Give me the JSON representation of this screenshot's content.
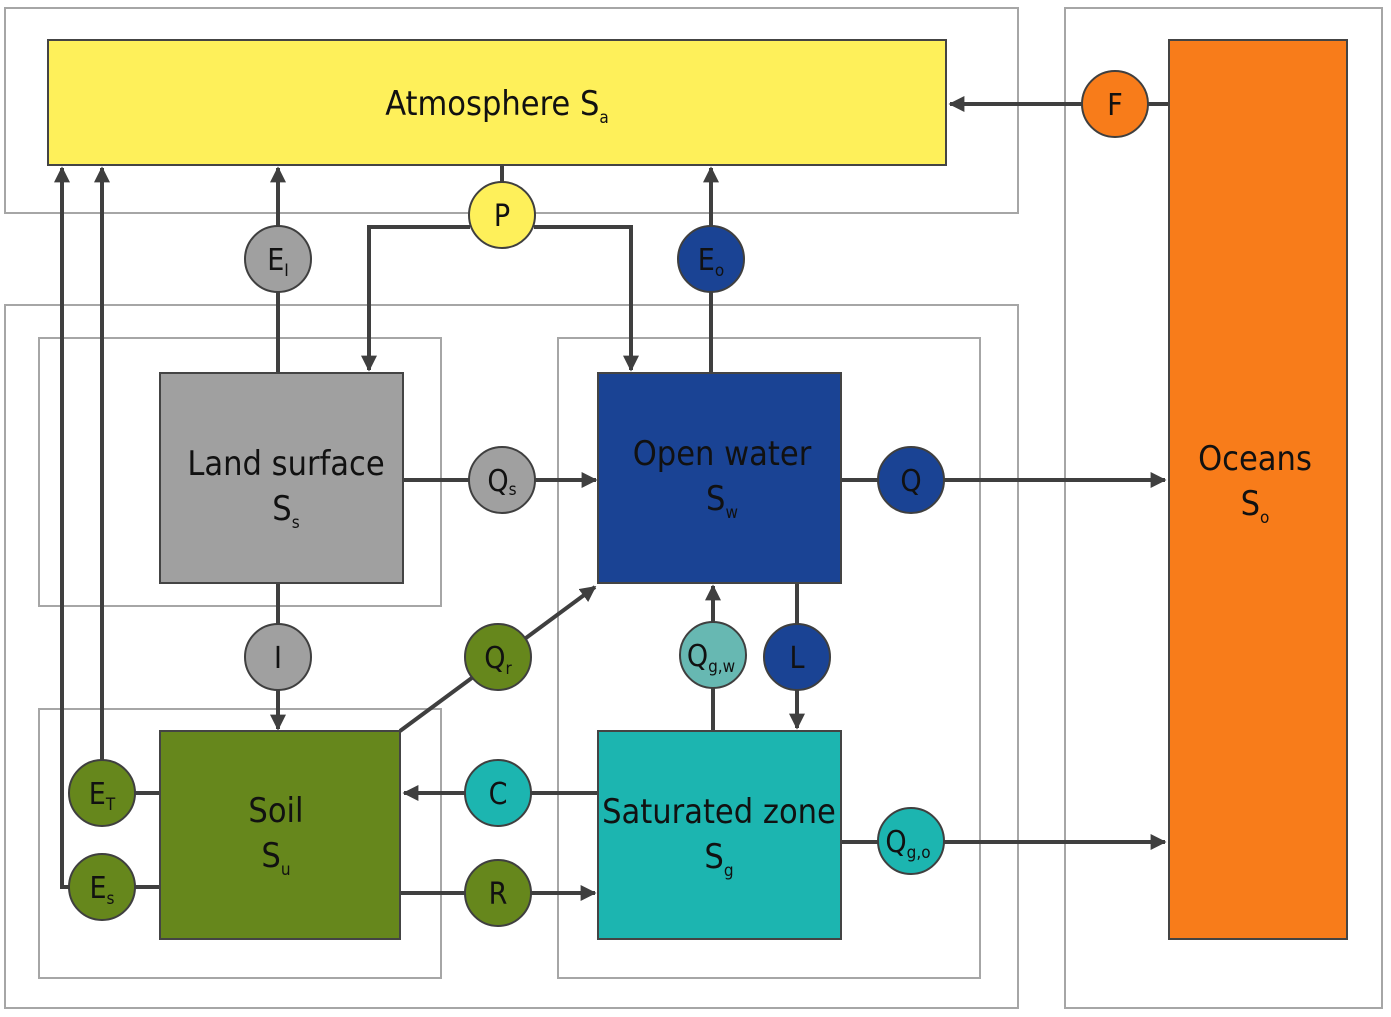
{
  "diagram": {
    "title": "Hydrological storage and flux model",
    "colors": {
      "atmosphere": "#fef05a",
      "land_surface": "#a0a0a0",
      "open_water": "#1a4394",
      "soil": "#66871c",
      "saturated_zone": "#1cb5b0",
      "oceans": "#f87c1a",
      "flux_gw": "#67b8b2",
      "frame": "#a6a6a6",
      "arrow": "#3f3f3f"
    },
    "storages": {
      "atmosphere": {
        "name": "Atmosphere",
        "symbol": "S",
        "sub": "a"
      },
      "land_surface": {
        "name": "Land surface",
        "symbol": "S",
        "sub": "s"
      },
      "open_water": {
        "name": "Open water",
        "symbol": "S",
        "sub": "w"
      },
      "soil": {
        "name": "Soil",
        "symbol": "S",
        "sub": "u"
      },
      "saturated_zone": {
        "name": "Saturated zone",
        "symbol": "S",
        "sub": "g"
      },
      "oceans": {
        "name": "Oceans",
        "symbol": "S",
        "sub": "o"
      }
    },
    "fluxes": {
      "F": {
        "symbol": "F",
        "sub": "",
        "from": "Oceans",
        "to": "Atmosphere"
      },
      "P": {
        "symbol": "P",
        "sub": "",
        "from": "Atmosphere",
        "to": "Land surface, Open water"
      },
      "EI": {
        "symbol": "E",
        "sub": "I",
        "from": "Land surface",
        "to": "Atmosphere"
      },
      "Eo": {
        "symbol": "E",
        "sub": "o",
        "from": "Open water",
        "to": "Atmosphere"
      },
      "Qs": {
        "symbol": "Q",
        "sub": "s",
        "from": "Land surface",
        "to": "Open water"
      },
      "Q": {
        "symbol": "Q",
        "sub": "",
        "from": "Open water",
        "to": "Oceans"
      },
      "I": {
        "symbol": "I",
        "sub": "",
        "from": "Land surface",
        "to": "Soil"
      },
      "Qr": {
        "symbol": "Q",
        "sub": "r",
        "from": "Soil",
        "to": "Open water"
      },
      "Qgw": {
        "symbol": "Q",
        "sub": "g,w",
        "from": "Saturated zone",
        "to": "Open water"
      },
      "L": {
        "symbol": "L",
        "sub": "",
        "from": "Open water",
        "to": "Saturated zone"
      },
      "ET": {
        "symbol": "E",
        "sub": "T",
        "from": "Soil",
        "to": "Atmosphere"
      },
      "Es": {
        "symbol": "E",
        "sub": "s",
        "from": "Soil",
        "to": "Atmosphere"
      },
      "C": {
        "symbol": "C",
        "sub": "",
        "from": "Saturated zone",
        "to": "Soil"
      },
      "R": {
        "symbol": "R",
        "sub": "",
        "from": "Soil",
        "to": "Saturated zone"
      },
      "Qgo": {
        "symbol": "Q",
        "sub": "g,o",
        "from": "Saturated zone",
        "to": "Oceans"
      }
    }
  }
}
